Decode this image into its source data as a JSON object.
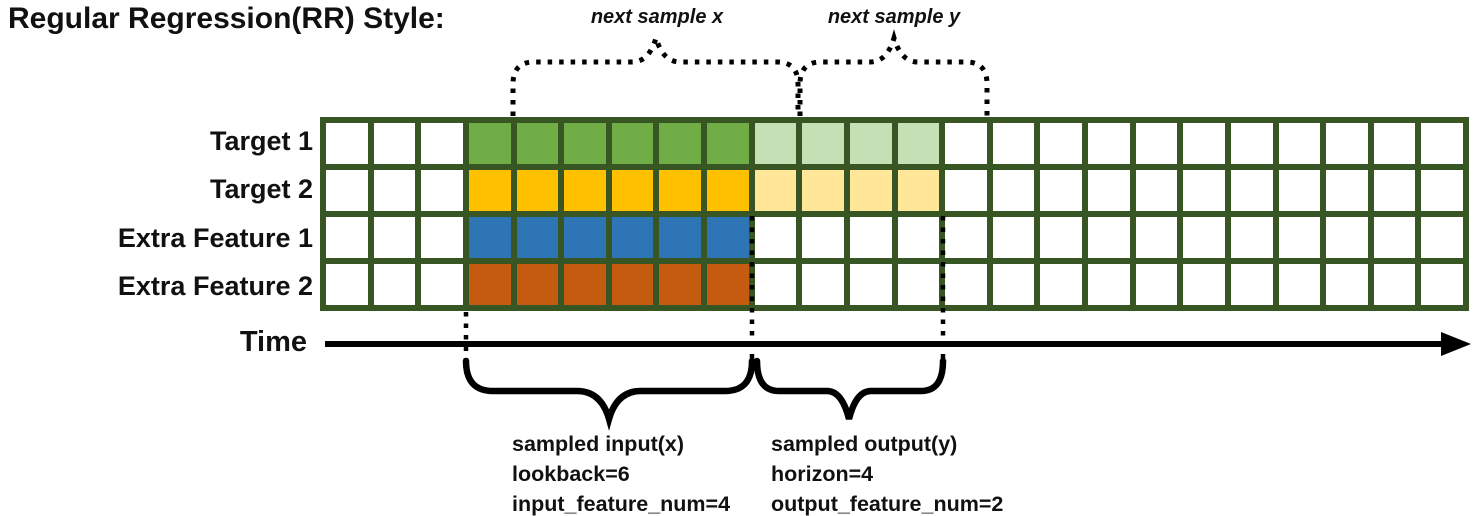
{
  "title": "Regular Regression(RR) Style:",
  "top_annotations": {
    "next_sample_x": "next sample x",
    "next_sample_y": "next sample y"
  },
  "grid": {
    "columns": 24,
    "input_start_col": 4,
    "lookback": 6,
    "horizon": 4,
    "line_color": "#375623",
    "empty_cell_color": "#ffffff",
    "rows": [
      {
        "label": "Target 1",
        "solid_color": "#70AD47",
        "light_color": "#C5E0B4",
        "has_output": true
      },
      {
        "label": "Target 2",
        "solid_color": "#FFC000",
        "light_color": "#FFE699",
        "has_output": true
      },
      {
        "label": "Extra Feature 1",
        "solid_color": "#2E75B6",
        "light_color": "",
        "has_output": false
      },
      {
        "label": "Extra Feature 2",
        "solid_color": "#C55A11",
        "light_color": "",
        "has_output": false
      }
    ]
  },
  "time_axis": {
    "label": "Time"
  },
  "bottom_annotations": {
    "input": {
      "lines": [
        "sampled input(x)",
        "lookback=6",
        "input_feature_num=4"
      ]
    },
    "output": {
      "lines": [
        "sampled output(y)",
        "horizon=4",
        "output_feature_num=2"
      ]
    }
  },
  "colors": {
    "brace_and_arrow": "#000000",
    "text": "#111111"
  }
}
